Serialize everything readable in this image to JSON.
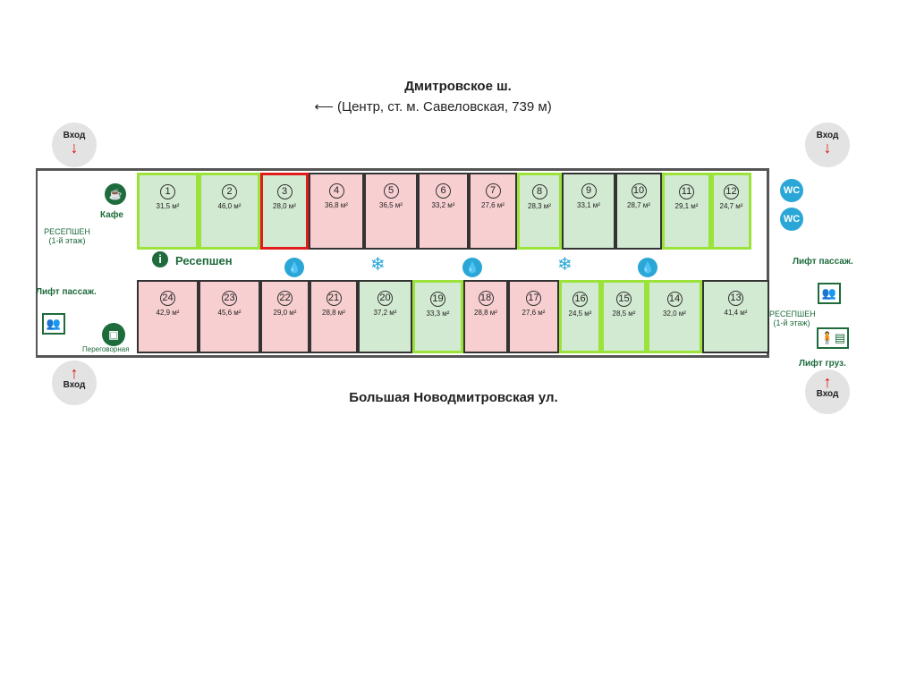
{
  "streets": {
    "top": "Дмитровское ш.",
    "top_sub": "(Центр, ст. м. Савеловская, 739 м)",
    "bottom": "Большая Новодмитровская ул."
  },
  "labels": {
    "entry": "Вход",
    "cafe": "Кафе",
    "reception_first_floor": "РЕСЕПШЕН",
    "first_floor": "(1-й этаж)",
    "reception": "Ресепшен",
    "lift_passenger": "Лифт пассаж.",
    "lift_cargo": "Лифт груз.",
    "meeting_room": "Переговорная",
    "wc": "WC"
  },
  "colors": {
    "free": "#d3ead2",
    "busy": "#f8cfd1",
    "highlight": "#9be33a",
    "selected": "#e01b1b"
  },
  "rooms_top": [
    {
      "num": "1",
      "area": "31,5 м²",
      "status": "free",
      "hl": true
    },
    {
      "num": "2",
      "area": "46,0 м²",
      "status": "free",
      "hl": true
    },
    {
      "num": "3",
      "area": "28,0 м²",
      "status": "free",
      "selected": true
    },
    {
      "num": "4",
      "area": "36,8 м²",
      "status": "busy"
    },
    {
      "num": "5",
      "area": "36,5 м²",
      "status": "busy"
    },
    {
      "num": "6",
      "area": "33,2 м²",
      "status": "busy"
    },
    {
      "num": "7",
      "area": "27,6 м²",
      "status": "busy"
    },
    {
      "num": "8",
      "area": "28,3 м²",
      "status": "free",
      "hl": true
    },
    {
      "num": "9",
      "area": "33,1 м²",
      "status": "free"
    },
    {
      "num": "10",
      "area": "28,7 м²",
      "status": "free"
    },
    {
      "num": "11",
      "area": "29,1 м²",
      "status": "free",
      "hl": true
    },
    {
      "num": "12",
      "area": "24,7 м²",
      "status": "free",
      "hl": true
    }
  ],
  "rooms_bottom": [
    {
      "num": "24",
      "area": "42,9 м²",
      "status": "busy"
    },
    {
      "num": "23",
      "area": "45,6 м²",
      "status": "busy"
    },
    {
      "num": "22",
      "area": "29,0 м²",
      "status": "busy"
    },
    {
      "num": "21",
      "area": "28,8 м²",
      "status": "busy"
    },
    {
      "num": "20",
      "area": "37,2 м²",
      "status": "free"
    },
    {
      "num": "19",
      "area": "33,3 м²",
      "status": "free",
      "hl": true
    },
    {
      "num": "18",
      "area": "28,8 м²",
      "status": "busy"
    },
    {
      "num": "17",
      "area": "27,6 м²",
      "status": "busy"
    },
    {
      "num": "16",
      "area": "24,5 м²",
      "status": "free",
      "hl": true
    },
    {
      "num": "15",
      "area": "28,5 м²",
      "status": "free",
      "hl": true
    },
    {
      "num": "14",
      "area": "32,0 м²",
      "status": "free",
      "hl": true
    },
    {
      "num": "13",
      "area": "41,4 м²",
      "status": "free"
    }
  ]
}
